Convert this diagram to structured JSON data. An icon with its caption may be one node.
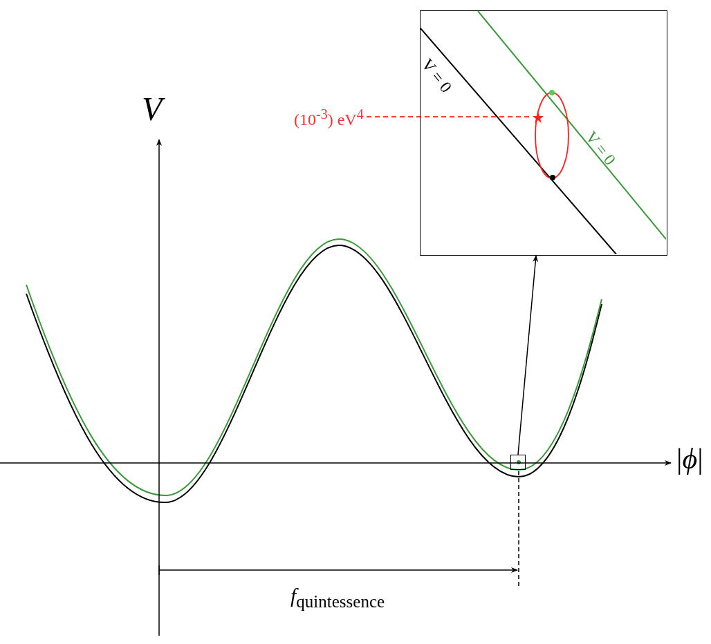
{
  "diagram": {
    "nodes": [
      {
        "text": [],
        "shape": "box"
      },
      {
        "text": [
          "(10$^{-3}$) eV$^{4}$"
        ]
      },
      {
        "text": [],
        "shape": "star",
        "in": 0
      },
      {
        "text": [],
        "shape": "box"
      }
    ],
    "edges": [
      {
        "from": 3,
        "to": 0,
        "arrow": "to"
      },
      {
        "from": 1,
        "to": 2,
        "arrow": "none",
        "style": "dashed",
        "color": "#ff0000"
      }
    ],
    "labels": [
      "V",
      "|*ϕ*|",
      "*f*$_{quintessence}$",
      "V = 0",
      "V = 0"
    ]
  }
}
